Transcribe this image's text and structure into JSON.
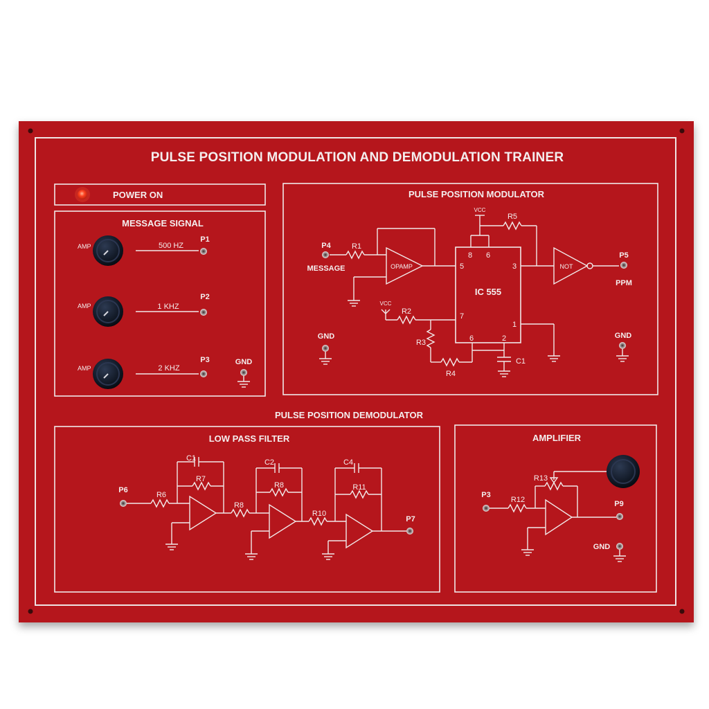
{
  "panel": {
    "title": "PULSE POSITION MODULATION AND DEMODULATION TRAINER",
    "colors": {
      "board": "#b5191c",
      "print": "#f1e9e9",
      "led": "#ff3b1f",
      "knob": "#141c2a"
    }
  },
  "power": {
    "label": "POWER ON"
  },
  "message_signal": {
    "title": "MESSAGE SIGNAL",
    "channels": [
      {
        "amp": "AMP",
        "freq": "500 HZ",
        "port": "P1"
      },
      {
        "amp": "AMP",
        "freq": "1 KHZ",
        "port": "P2"
      },
      {
        "amp": "AMP",
        "freq": "2 KHZ",
        "port": "P3"
      }
    ],
    "gnd": "GND"
  },
  "modulator": {
    "title": "PULSE POSITION MODULATOR",
    "input_port": "P4",
    "input_label": "MESSAGE",
    "output_port": "P5",
    "output_label": "PPM",
    "opamp": "OPAMP",
    "not_gate": "NOT",
    "ic": "IC 555",
    "vcc1": "VCC",
    "vcc2": "VCC",
    "gnd_left": "GND",
    "gnd_right": "GND",
    "resistors": {
      "r1": "R1",
      "r2": "R2",
      "r3": "R3",
      "r4": "R4",
      "r5": "R5"
    },
    "capacitor": "C1",
    "pins": {
      "p5": "5",
      "p8": "8",
      "p6top": "6",
      "p3": "3",
      "p7": "7",
      "p1": "1",
      "p6bot": "6",
      "p2": "2"
    }
  },
  "demodulator": {
    "title": "PULSE POSITION DEMODULATOR",
    "lpf": {
      "title": "LOW PASS FILTER",
      "input_port": "P6",
      "output_port": "P7",
      "labels": {
        "c1": "C1",
        "c2": "C2",
        "c4": "C4",
        "r6": "R6",
        "r7": "R7",
        "r8": "R8",
        "r10": "R10",
        "r11": "R11",
        "r8b": "R8"
      }
    },
    "amplifier": {
      "title": "AMPLIFIER",
      "input_port": "P3",
      "output_port": "P9",
      "gnd": "GND",
      "labels": {
        "r12": "R12",
        "r13": "R13"
      }
    }
  }
}
